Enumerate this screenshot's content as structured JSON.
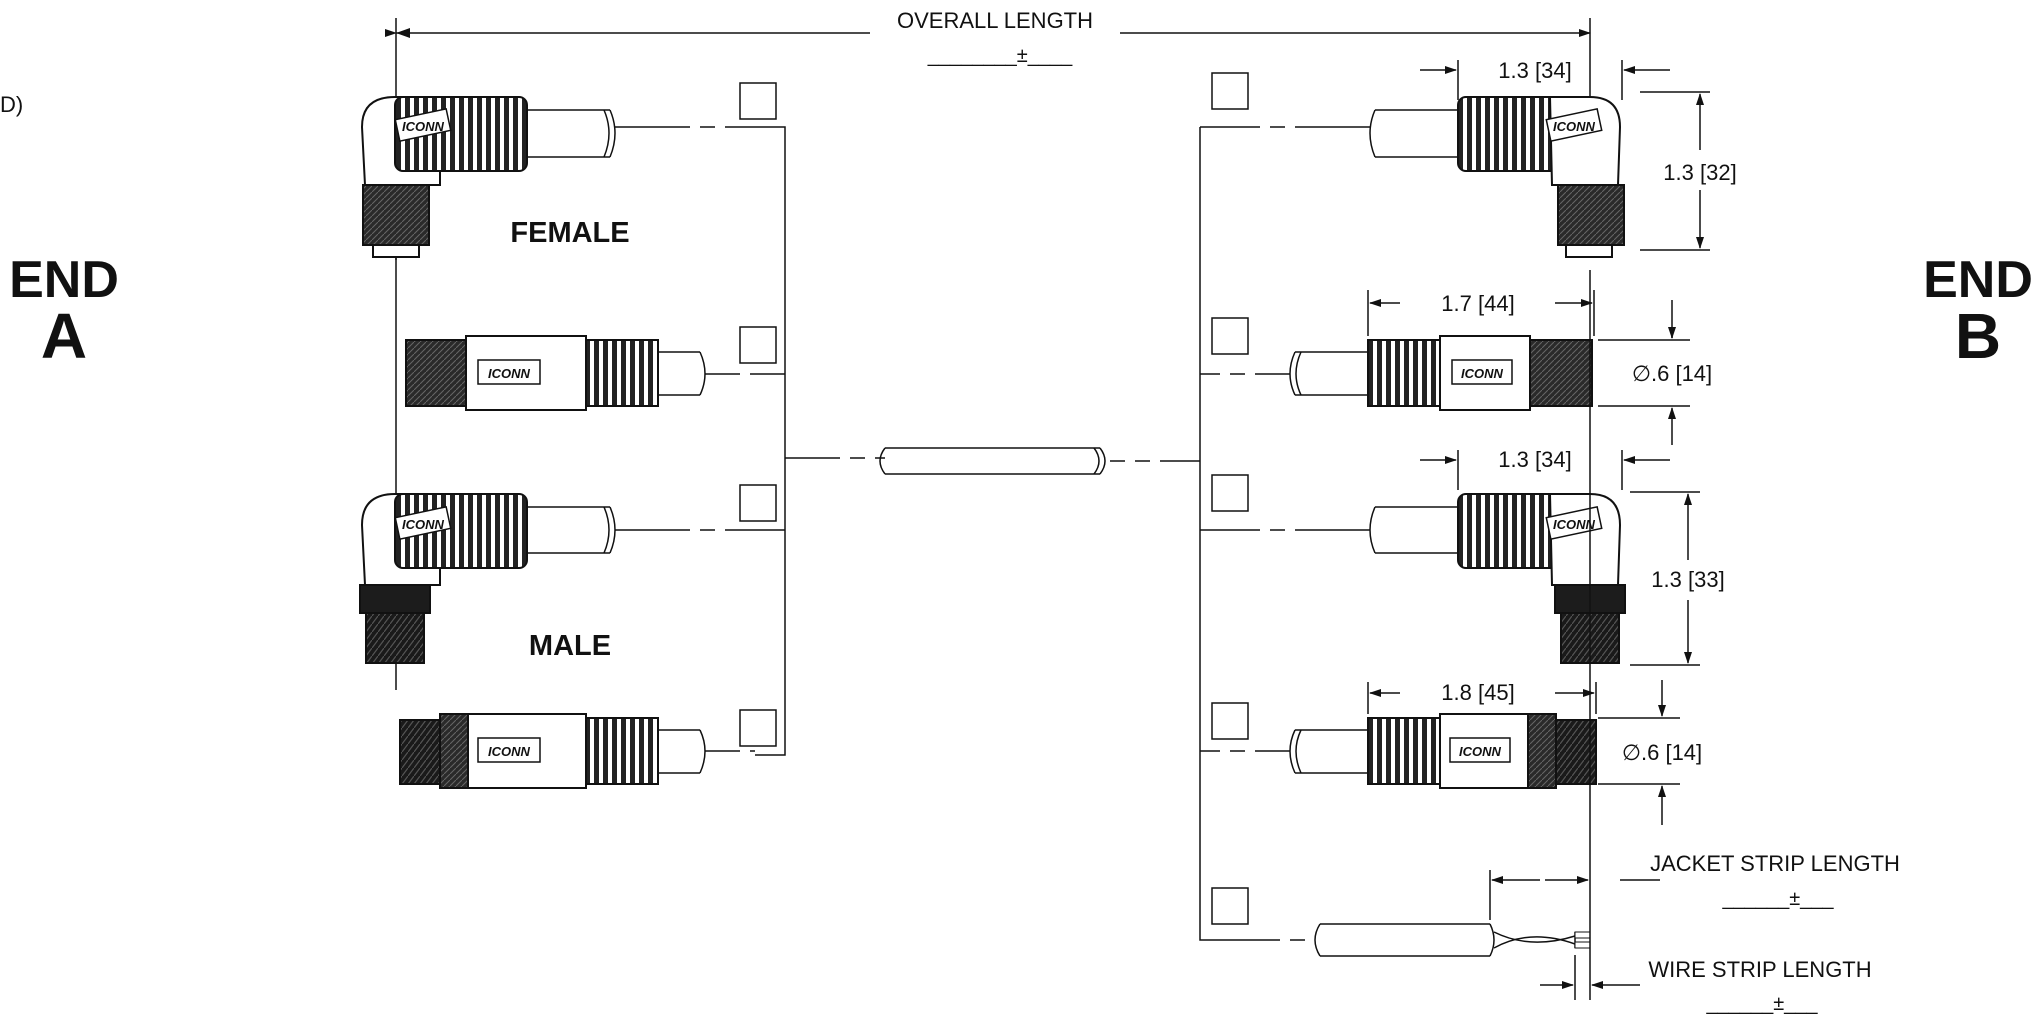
{
  "labels": {
    "overall_length": "OVERALL LENGTH",
    "overall_tol": "________±____",
    "partial_left": "D)",
    "end_a_word": "END",
    "end_a_letter": "A",
    "end_b_word": "END",
    "end_b_letter": "B",
    "female": "FEMALE",
    "male": "MALE",
    "jacket_strip": "JACKET STRIP LENGTH",
    "jacket_tol": "______±___",
    "wire_strip": "WIRE STRIP LENGTH",
    "wire_tol": "______±___",
    "logo_text": "ICONN"
  },
  "dimensions": {
    "b1_width": "1.3 [34]",
    "b1_height": "1.3 [32]",
    "b2_width": "1.7 [44]",
    "b2_dia": "∅.6 [14]",
    "b3_width": "1.3 [34]",
    "b3_height": "1.3 [33]",
    "b4_width": "1.8 [45]",
    "b4_dia": "∅.6 [14]"
  },
  "colors": {
    "line": "#111111",
    "dark": "#1c1c1c"
  }
}
